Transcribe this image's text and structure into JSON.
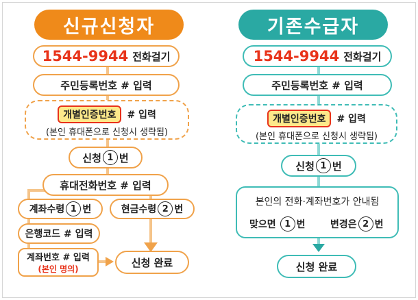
{
  "new_applicant": {
    "title": "신규신청자",
    "phone_number": "1544-9944",
    "phone_action": "전화걸기",
    "resident_number": "주민등록번호 # 입력",
    "personal_code": "개별인증번호",
    "personal_code_suffix": "# 입력",
    "personal_code_note": "(본인 휴대폰으로 신청시 생략됨)",
    "apply_pre": "신청",
    "apply_num": "1",
    "apply_post": "번",
    "mobile_number": "휴대전화번호 # 입력",
    "account_pre": "계좌수령",
    "account_num": "1",
    "account_post": "번",
    "cash_pre": "현금수령",
    "cash_num": "2",
    "cash_post": "번",
    "bank_code": "은행코드 # 입력",
    "account_number": "계좌번호 # 입력",
    "account_note": "(본인 명의)",
    "done": "신청 완료"
  },
  "existing_recipient": {
    "title": "기존수급자",
    "phone_number": "1544-9944",
    "phone_action": "전화걸기",
    "resident_number": "주민등록번호 # 입력",
    "personal_code": "개별인증번호",
    "personal_code_suffix": "# 입력",
    "personal_code_note": "(본인 휴대폰으로 신청시 생략됨)",
    "apply_pre": "신청",
    "apply_num": "1",
    "apply_post": "번",
    "guide_text": "본인의 전화·계좌번호가 안내됨",
    "correct_pre": "맞으면",
    "correct_num": "1",
    "correct_post": "번",
    "change_pre": "변경은",
    "change_num": "2",
    "change_post": "번",
    "done": "신청 완료"
  },
  "colors": {
    "orange": "#ef8a1a",
    "teal": "#2aa9a3",
    "red": "#e8331a",
    "highlight": "#fde98a"
  }
}
